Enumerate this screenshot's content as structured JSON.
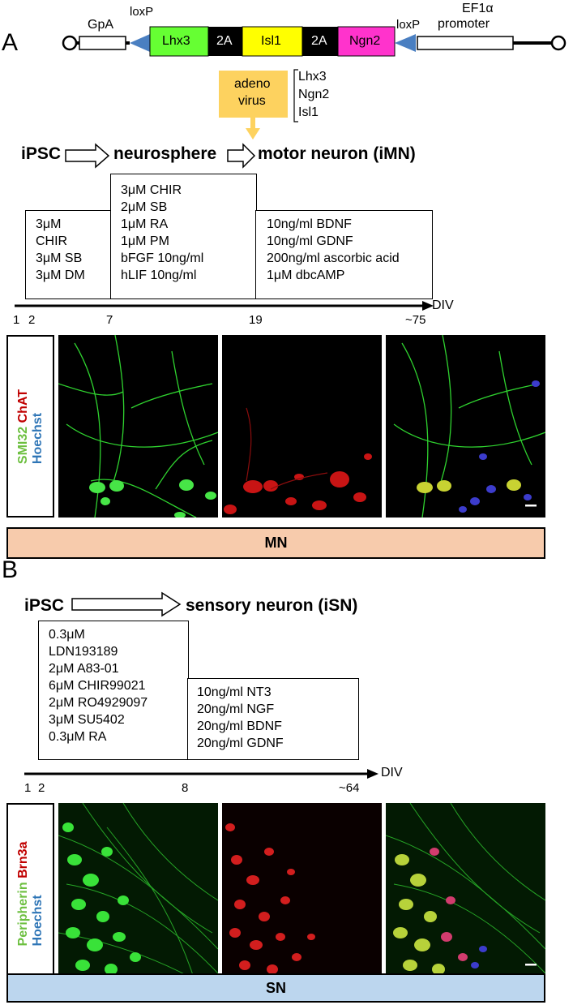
{
  "panel_a": {
    "letter": "A",
    "construct": {
      "gpa": "GpA",
      "loxp_left": "loxP",
      "loxp_right": "loxP",
      "lhx3": "Lhx3",
      "t2a_1": "2A",
      "isl1": "Isl1",
      "t2a_2": "2A",
      "ngn2": "Ngn2",
      "ef1a": "EF1α",
      "promoter": "promoter",
      "colors": {
        "lhx3": "#66ff33",
        "isl1": "#ffff00",
        "ngn2": "#ff33cc",
        "t2a": "#000000",
        "loxp": "#4a7fc1"
      }
    },
    "adeno": {
      "line1": "adeno",
      "line2": "virus",
      "color": "#fdd25f",
      "genes": [
        "Lhx3",
        "Ngn2",
        "Isl1"
      ]
    },
    "flow": {
      "start": "iPSC",
      "middle": "neurosphere",
      "end": "motor neuron (iMN)"
    },
    "box1": [
      "3μM",
      "CHIR",
      "3μM SB",
      "3μM DM"
    ],
    "box2": [
      "3μM CHIR",
      "2μM SB",
      "1μM RA",
      "1μM PM",
      "bFGF 10ng/ml",
      "hLIF 10ng/ml"
    ],
    "box3": [
      "10ng/ml BDNF",
      "10ng/ml GDNF",
      "200ng/ml ascorbic acid",
      "1μM dbcAMP"
    ],
    "axis_label": "DIV",
    "ticks": [
      "1",
      "2",
      "7",
      "19",
      "~75"
    ],
    "stain": {
      "green": "SMI32",
      "red": "ChAT",
      "blue": "Hoechst"
    },
    "bar": {
      "label": "MN",
      "color": "#f7cbac"
    }
  },
  "panel_b": {
    "letter": "B",
    "flow": {
      "start": "iPSC",
      "end": "sensory neuron (iSN)"
    },
    "box1": [
      "0.3μM",
      "LDN193189",
      "2μM A83-01",
      "6μM CHIR99021",
      "2μM RO4929097",
      "3μM SU5402",
      "0.3μM RA"
    ],
    "box2": [
      "10ng/ml NT3",
      "20ng/ml NGF",
      "20ng/ml BDNF",
      "20ng/ml GDNF"
    ],
    "axis_label": "DIV",
    "ticks": [
      "1",
      "2",
      "8",
      "~64"
    ],
    "stain": {
      "green": "Peripherin",
      "red": "Brn3a",
      "blue": "Hoechst"
    },
    "bar": {
      "label": "SN",
      "color": "#bcd6ee"
    }
  },
  "colors": {
    "stain_green": "#6cbf3f",
    "stain_red": "#c00000",
    "stain_blue": "#2e75b6"
  }
}
